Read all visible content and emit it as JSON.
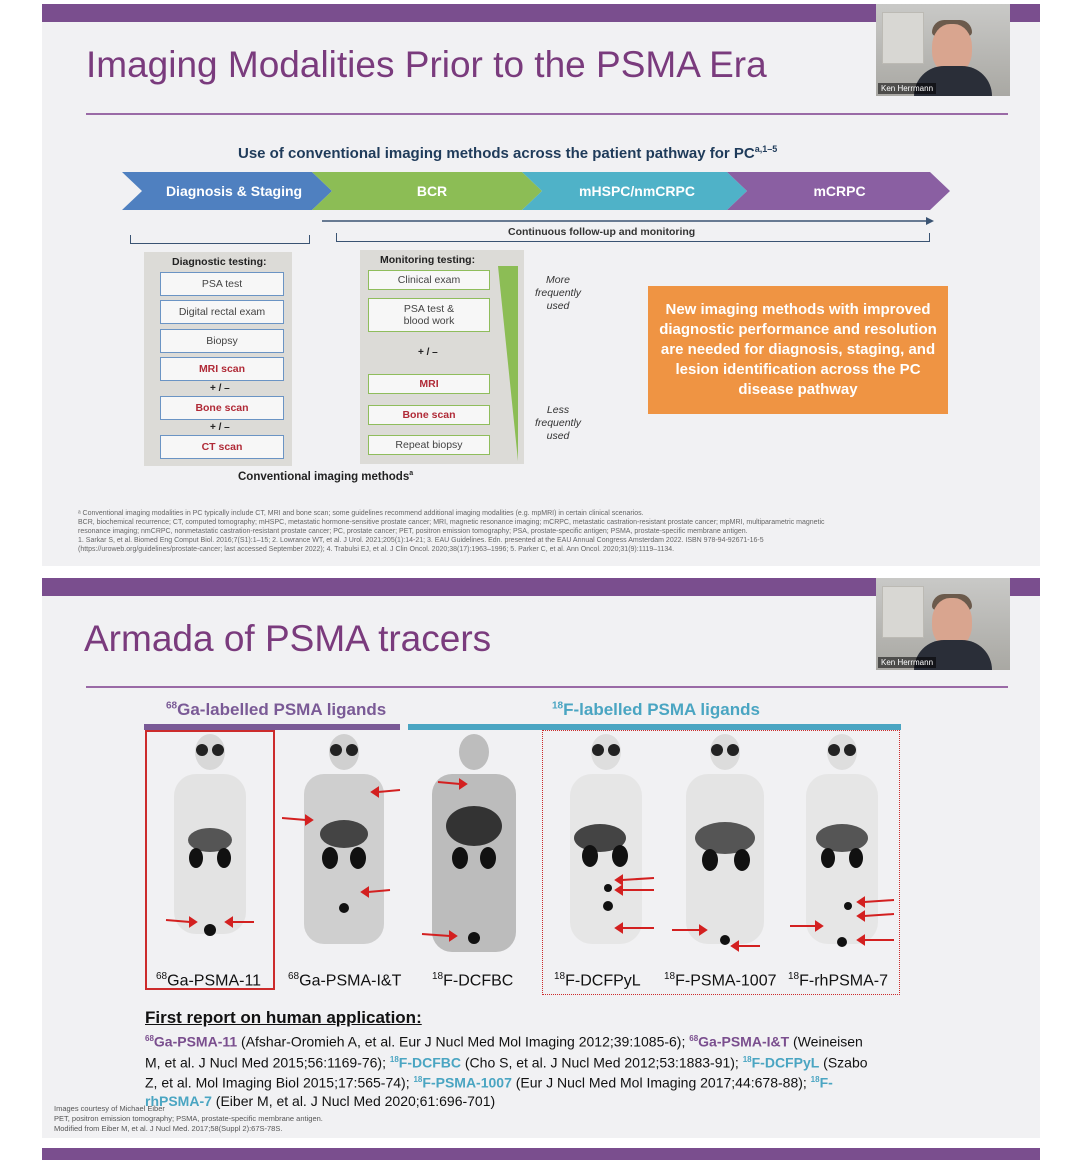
{
  "slide1": {
    "title": "Imaging Modalities Prior to the PSMA Era",
    "presenter": "Ken Herrmann",
    "subheading": "Use of conventional imaging methods across the patient pathway for PC",
    "subheading_sup": "a,1–5",
    "pathway": [
      {
        "label": "Diagnosis & Staging",
        "color": "#4f80c0"
      },
      {
        "label": "BCR",
        "color": "#8cbd55"
      },
      {
        "label": "mHSPC/nmCRPC",
        "color": "#4fb2c8"
      },
      {
        "label": "mCRPC",
        "color": "#8a5fa2"
      }
    ],
    "continuous_label": "Continuous follow-up and monitoring",
    "diagnostic": {
      "title": "Diagnostic testing:",
      "items": [
        "PSA test",
        "Digital rectal exam",
        "Biopsy",
        "MRI scan",
        "Bone scan",
        "CT scan"
      ],
      "plus_minus": "+ / –"
    },
    "monitoring": {
      "title": "Monitoring testing:",
      "items": [
        "Clinical exam",
        "PSA test &\nblood work",
        "MRI",
        "Bone scan",
        "Repeat biopsy"
      ],
      "plus_minus": "+ / –"
    },
    "more_freq": "More\nfrequently\nused",
    "less_freq": "Less\nfrequently\nused",
    "callout": "New imaging methods with improved diagnostic performance and resolution are needed for diagnosis, staging, and lesion identification across the PC disease pathway",
    "conv_label": "Conventional imaging methods",
    "conv_sup": "a",
    "footnotes": [
      "ᵃ Conventional imaging modalities in PC typically include CT, MRI and bone scan; some guidelines recommend additional imaging modalities (e.g. mpMRI) in certain clinical scenarios.",
      "BCR, biochemical recurrence; CT, computed tomography; mHSPC, metastatic hormone-sensitive prostate cancer; MRI, magnetic resonance imaging; mCRPC, metastatic castration-resistant prostate cancer; mpMRI, multiparametric magnetic",
      "resonance imaging; nmCRPC, nonmetastatic castration-resistant prostate cancer; PC, prostate cancer; PET, positron emission tomography; PSA, prostate-specific antigen; PSMA, prostate-specific membrane antigen.",
      "1. Sarkar S, et al. Biomed Eng Comput Biol. 2016;7(S1):1–15; 2. Lowrance WT, et al. J Urol. 2021;205(1):14-21; 3. EAU Guidelines. Edn. presented at the EAU Annual Congress Amsterdam 2022. ISBN 978-94-92671-16-5",
      "(https://uroweb.org/guidelines/prostate-cancer; last accessed September 2022); 4. Trabulsi EJ, et al. J Clin Oncol. 2020;38(17):1963–1996; 5. Parker C, et al. Ann Oncol. 2020;31(9):1119–1134."
    ]
  },
  "slide2": {
    "title": "Armada of PSMA tracers",
    "presenter": "Ken Herrmann",
    "ga_group": {
      "sup": "68",
      "label": "Ga-labelled PSMA ligands",
      "color": "#7a5a96"
    },
    "f_group": {
      "sup": "18",
      "label": "F-labelled PSMA ligands",
      "color": "#4aa5c2"
    },
    "scans": [
      {
        "sup": "68",
        "label": "Ga-PSMA-11"
      },
      {
        "sup": "68",
        "label": "Ga-PSMA-I&T"
      },
      {
        "sup": "18",
        "label": "F-DCFBC"
      },
      {
        "sup": "18",
        "label": "F-DCFPyL"
      },
      {
        "sup": "18",
        "label": "F-PSMA-1007"
      },
      {
        "sup": "18",
        "label": "F-rhPSMA-7"
      }
    ],
    "first_report": "First report on human application:",
    "refs": {
      "r1_name": "Ga-PSMA-11",
      "r1_text": " (Afshar-Oromieh A, et al. Eur J Nucl Med Mol Imaging 2012;39:1085-6); ",
      "r2_name": "Ga-PSMA-I&T",
      "r2_text": " (Weineisen M, et al. J Nucl Med 2015;56:1169-76); ",
      "r3_name": "F-DCFBC",
      "r3_text": " (Cho S, et al. J Nucl Med 2012;53:1883-91); ",
      "r4_name": "F-DCFPyL",
      "r4_text": " (Szabo Z, et al. Mol Imaging Biol 2015;17:565-74); ",
      "r5_name": "F-PSMA-1007",
      "r5_text": " (Eur J Nucl Med Mol Imaging 2017;44:678-88); ",
      "r6_name": "F-rhPSMA-7",
      "r6_text": " (Eiber M, et al. J Nucl Med 2020;61:696-701)"
    },
    "credits": [
      "Images courtesy of Michael Eiber",
      "PET, positron emission tomography; PSMA, prostate-specific membrane antigen.",
      "Modified from Eiber M, et al. J Nucl Med. 2017;58(Suppl 2):67S-78S."
    ]
  }
}
